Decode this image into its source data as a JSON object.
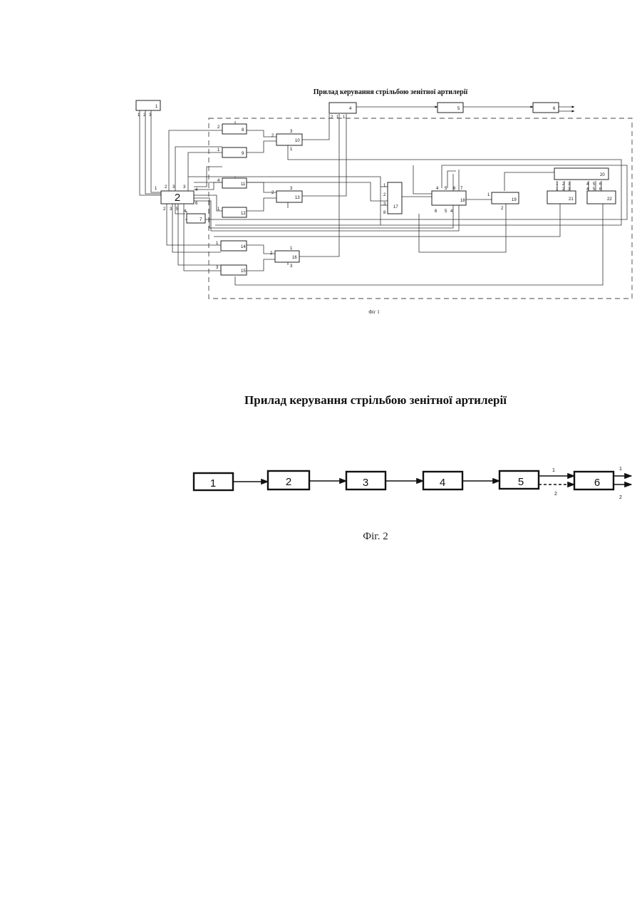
{
  "figure1": {
    "title": "Прилад керування стрільбою зенітної артилерії",
    "caption": "Фіг 1",
    "blocks": [
      "1",
      "2",
      "4",
      "5",
      "6",
      "7",
      "8",
      "9",
      "10",
      "11",
      "12",
      "13",
      "14",
      "15",
      "16",
      "17",
      "18",
      "19",
      "20",
      "21",
      "22"
    ],
    "ports": [
      "1",
      "2",
      "3",
      "1",
      "2",
      "3",
      "3",
      "4",
      "2",
      "3",
      "5",
      "6",
      "4",
      "2",
      "1",
      "1",
      "2",
      "1",
      "2",
      "3",
      "1",
      "4",
      "1",
      "2",
      "3",
      "1",
      "3",
      "3",
      "2",
      "1",
      "6",
      "5",
      "4",
      "1",
      "2",
      "1",
      "2",
      "3",
      "1",
      "2",
      "3",
      "4",
      "5",
      "6",
      "1",
      "2",
      "3",
      "4",
      "5",
      "6",
      "4",
      "5",
      "6",
      "7",
      "8"
    ]
  },
  "figure2": {
    "title": "Прилад керування стрільбою зенітної артилерії",
    "caption": "Фіг. 2",
    "blocks": [
      "1",
      "2",
      "3",
      "4",
      "5",
      "6"
    ],
    "outputs": [
      "1",
      "2",
      "1",
      "2"
    ]
  }
}
